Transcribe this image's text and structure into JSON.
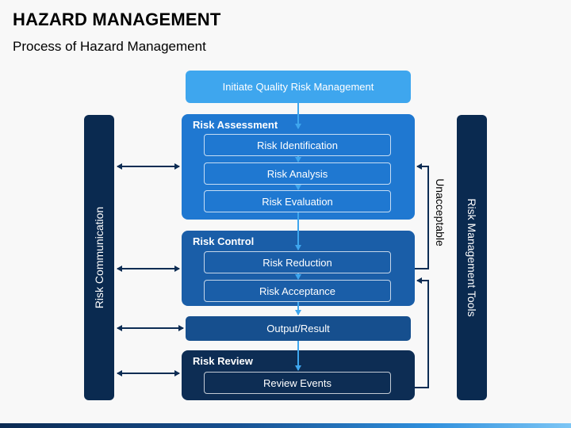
{
  "header": {
    "title": "HAZARD MANAGEMENT",
    "subtitle": "Process of Hazard Management"
  },
  "flow": {
    "initiate": "Initiate Quality Risk Management",
    "assessment": {
      "title": "Risk Assessment",
      "steps": [
        "Risk Identification",
        "Risk Analysis",
        "Risk Evaluation"
      ]
    },
    "control": {
      "title": "Risk Control",
      "steps": [
        "Risk Reduction",
        "Risk Acceptance"
      ]
    },
    "output": "Output/Result",
    "review": {
      "title": "Risk Review",
      "steps": [
        "Review Events"
      ]
    }
  },
  "sidebars": {
    "left": "Risk Communication",
    "right": "Risk Management Tools"
  },
  "feedback_label": "Unacceptable",
  "colors": {
    "initiate": "#3ea6ee",
    "assessment": "#1f78d1",
    "control": "#1a5ea8",
    "output": "#164f8e",
    "review": "#0d2d54",
    "sidebar": "#0a2a50",
    "arrow_blue": "#3ea6ee",
    "arrow_dark": "#0d2d54"
  }
}
